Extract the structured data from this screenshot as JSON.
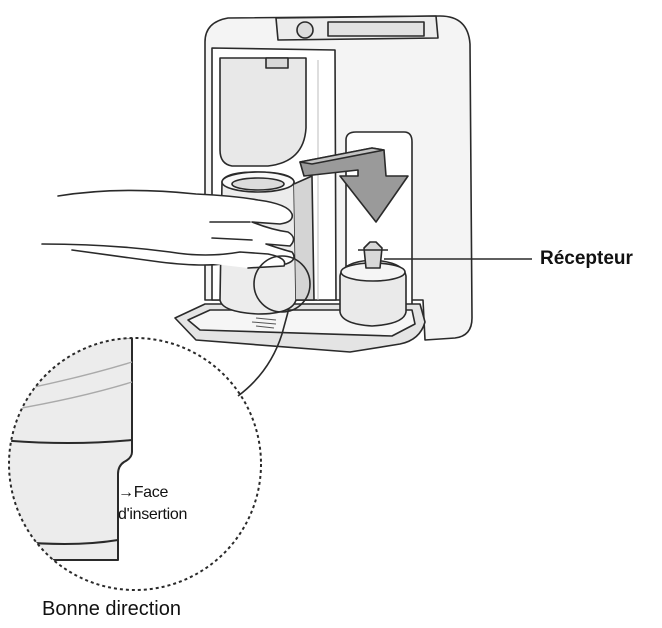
{
  "labels": {
    "recepteur": "Récepteur",
    "face_line1": "→Face",
    "face_line2": "d'insertion",
    "caption": "Bonne direction"
  },
  "colors": {
    "line": "#2a2a2a",
    "body_fill": "#ffffff",
    "shade_light": "#e6e6e6",
    "shade_mid": "#d0d0d0",
    "arrow_fill": "#9a9a9a"
  }
}
